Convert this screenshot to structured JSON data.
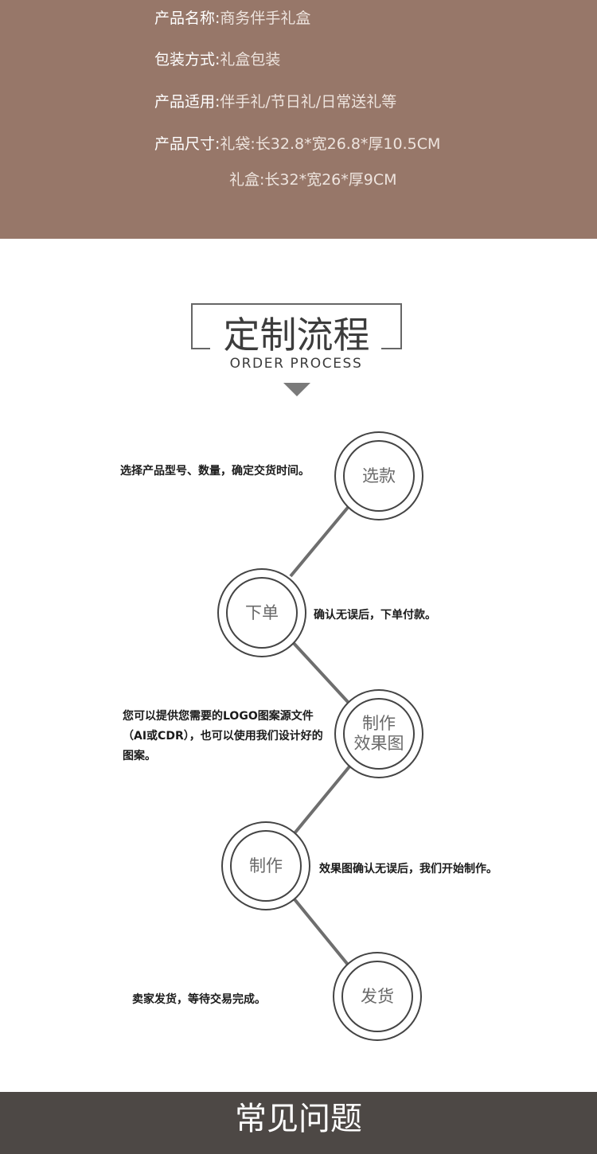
{
  "product_info": {
    "rows": [
      {
        "key": "产品名称:",
        "value": "商务伴手礼盒"
      },
      {
        "key": "包装方式:",
        "value": "礼盒包装"
      },
      {
        "key": "产品适用:",
        "value": "伴手礼/节日礼/日常送礼等"
      },
      {
        "key": "产品尺寸:",
        "value": "礼袋:长32.8*宽26.8*厚10.5CM"
      },
      {
        "key": "",
        "value": "礼盒:长32*宽26*厚9CM"
      }
    ]
  },
  "section": {
    "title_cn": "定制流程",
    "title_en": "ORDER PROCESS"
  },
  "steps": [
    {
      "label": "选款",
      "desc": "选择产品型号、数量，确定交货时间。"
    },
    {
      "label": "下单",
      "desc": "确认无误后，下单付款。"
    },
    {
      "label": "制作\n效果图",
      "desc": "您可以提供您需要的LOGO图案源文件（AI或CDR），也可以使用我们设计好的图案。"
    },
    {
      "label": "制作",
      "desc": "效果图确认无误后，我们开始制作。"
    },
    {
      "label": "发货",
      "desc": "卖家发货，等待交易完成。"
    }
  ],
  "faq": {
    "title": "常见问题"
  },
  "colors": {
    "band": "#977769",
    "faq_bar": "#4d4845"
  }
}
